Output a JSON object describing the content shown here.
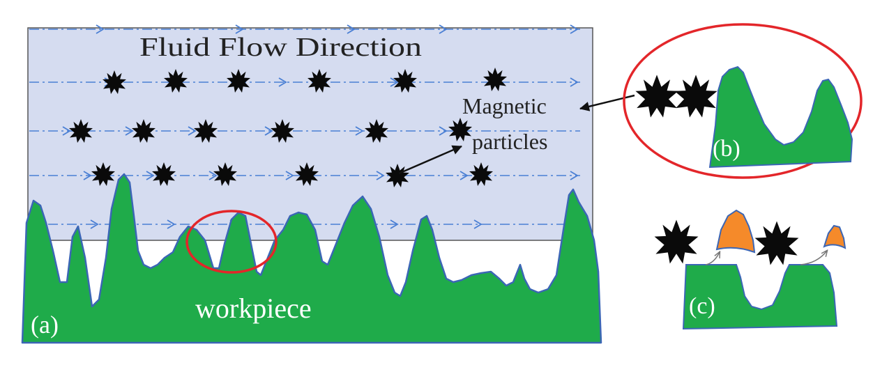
{
  "panel_a": {
    "title": "Fluid Flow Direction",
    "particles_label_line1": "Magnetic",
    "particles_label_line2": "particles",
    "workpiece_label": "workpiece",
    "panel_label": "(a)"
  },
  "panel_b": {
    "panel_label": "(b)"
  },
  "panel_c": {
    "panel_label": "(c)"
  },
  "colors": {
    "fluid": "#d5dcf0",
    "workpiece": "#1fab4a",
    "surface_edge": "#3b66b5",
    "flow_line": "#4a7fd4",
    "highlight": "#e3262a",
    "particle": "#0a0a0a",
    "removed_material": "#f58a2a",
    "label_dark": "#222222",
    "label_light": "#ffffff"
  },
  "icons": {
    "particle": "spiky-particle-icon",
    "flow_arrow": "arrow-right-icon"
  }
}
